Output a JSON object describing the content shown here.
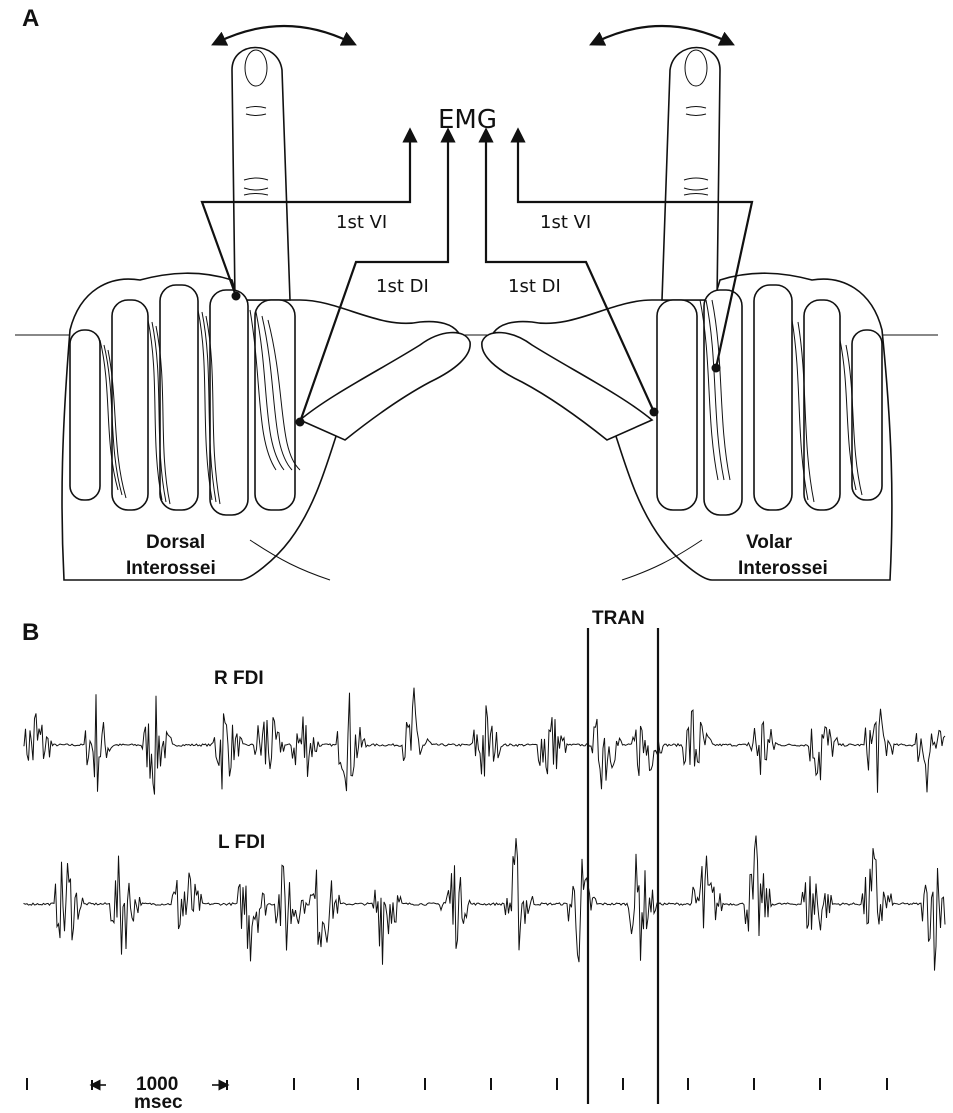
{
  "panel_a": {
    "label": "A",
    "emg_label": "EMG",
    "left_hand": {
      "vi_label": "1st VI",
      "di_label": "1st DI",
      "caption_line1": "Dorsal",
      "caption_line2": "Interossei"
    },
    "right_hand": {
      "vi_label": "1st VI",
      "di_label": "1st DI",
      "caption_line1": "Volar",
      "caption_line2": "Interossei"
    }
  },
  "panel_b": {
    "label": "B",
    "tran_label": "TRAN",
    "trace_top_label": "R FDI",
    "trace_bottom_label": "L FDI",
    "scale_value": "1000",
    "scale_unit": "msec"
  },
  "colors": {
    "ink": "#111111",
    "paper": "#ffffff"
  }
}
